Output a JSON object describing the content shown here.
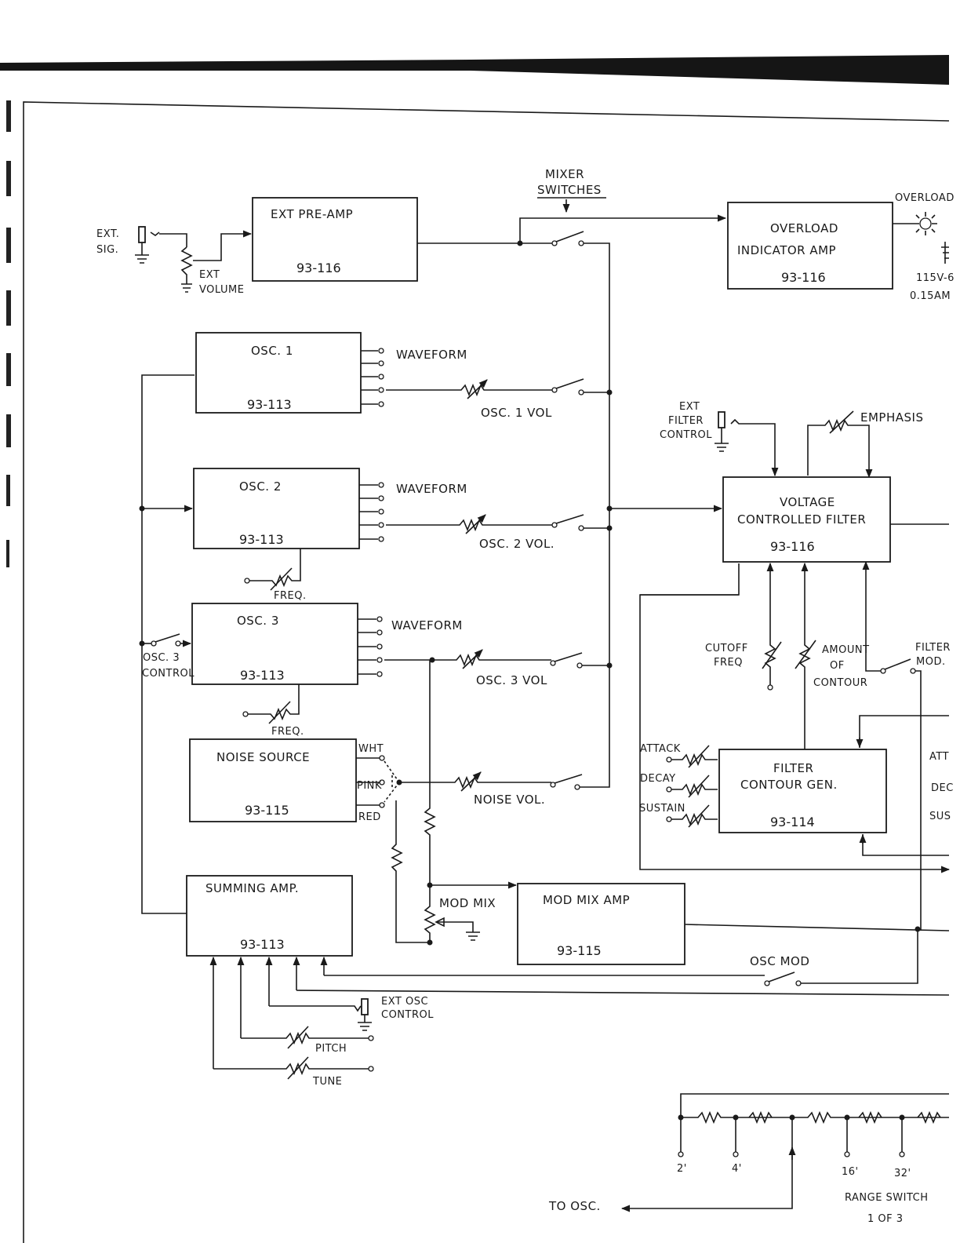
{
  "blocks": {
    "ext_preamp": {
      "title": "EXT  PRE-AMP",
      "part": "93-116"
    },
    "overload_amp": {
      "title1": "OVERLOAD",
      "title2": "INDICATOR  AMP",
      "part": "93-116"
    },
    "osc1": {
      "title": "OSC. 1",
      "part": "93-113"
    },
    "osc2": {
      "title": "OSC. 2",
      "part": "93-113"
    },
    "osc3": {
      "title": "OSC. 3",
      "part": "93-113"
    },
    "noise": {
      "title": "NOISE  SOURCE",
      "part": "93-115"
    },
    "summing": {
      "title": "SUMMING  AMP.",
      "part": "93-113"
    },
    "modmix_amp": {
      "title": "MOD  MIX  AMP",
      "part": "93-115"
    },
    "vcf": {
      "title1": "VOLTAGE",
      "title2": "CONTROLLED  FILTER",
      "part": "93-116"
    },
    "filter_contour": {
      "title1": "FILTER",
      "title2": "CONTOUR  GEN.",
      "part": "93-114"
    }
  },
  "labels": {
    "mixer1": "MIXER",
    "mixer2": "SWITCHES",
    "ext_sig1": "EXT.",
    "ext_sig2": "SIG.",
    "ext_vol1": "EXT",
    "ext_vol2": "VOLUME",
    "overload": "OVERLOAD",
    "supply1": "115V-6",
    "supply2": "0.15AM",
    "waveform": "WAVEFORM",
    "osc1_vol": "OSC.  1  VOL",
    "osc2_vol": "OSC.  2  VOL.",
    "osc3_vol": "OSC.  3  VOL",
    "noise_vol": "NOISE  VOL.",
    "freq": "FREQ.",
    "osc3_ctrl1": "OSC. 3",
    "osc3_ctrl2": "CONTROL",
    "wht": "WHT",
    "pink": "PINK",
    "red": "RED",
    "mod_mix": "MOD  MIX",
    "osc_mod": "OSC  MOD",
    "ext_osc1": "EXT  OSC",
    "ext_osc2": "CONTROL",
    "pitch": "PITCH",
    "tune": "TUNE",
    "ext_filt1": "EXT",
    "ext_filt2": "FILTER",
    "ext_filt3": "CONTROL",
    "emphasis": "EMPHASIS",
    "cutoff1": "CUTOFF",
    "cutoff2": "FREQ",
    "amount1": "AMOUNT",
    "amount2": "OF",
    "amount3": "CONTOUR",
    "filter_mod1": "FILTER",
    "filter_mod2": "MOD.",
    "attack": "ATTACK",
    "decay": "DECAY",
    "sustain": "SUSTAIN",
    "att_r": "ATT",
    "dec_r": "DEC",
    "sus_r": "SUS",
    "to_osc": "TO  OSC.",
    "range1": "RANGE  SWITCH",
    "range2": "1  OF  3",
    "r2": "2'",
    "r4": "4'",
    "r16": "16'",
    "r32": "32'"
  }
}
